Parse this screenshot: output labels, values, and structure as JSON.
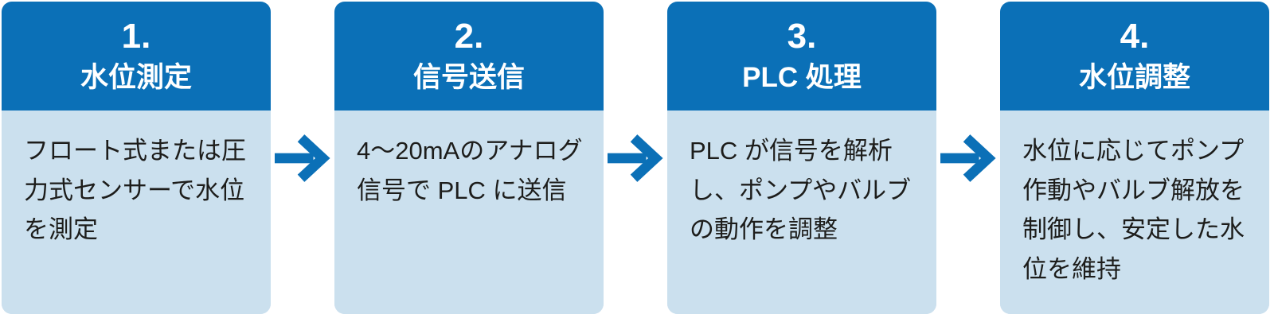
{
  "flow": {
    "title": "PLC water level control process flow",
    "steps": [
      {
        "number": "1.",
        "title": "水位測定",
        "description": "フロート式または圧力式センサーで水位を測定"
      },
      {
        "number": "2.",
        "title": "信号送信",
        "description": "4～20mAのアナログ信号で PLC に送信"
      },
      {
        "number": "3.",
        "title": "PLC 処理",
        "description": "PLC が信号を解析し、ポンプやバルブの動作を調整"
      },
      {
        "number": "4.",
        "title": "水位調整",
        "description": "水位に応じてポンプ作動やバルブ解放を制御し、安定した水位を維持"
      }
    ],
    "arrow_icon": "right-arrow",
    "colors": {
      "header_bg": "#0b70b7",
      "header_text": "#ffffff",
      "body_bg": "#cbe0ee",
      "body_text": "#1d1d1b",
      "arrow": "#0b70b7",
      "page_bg": "#ffffff"
    }
  }
}
